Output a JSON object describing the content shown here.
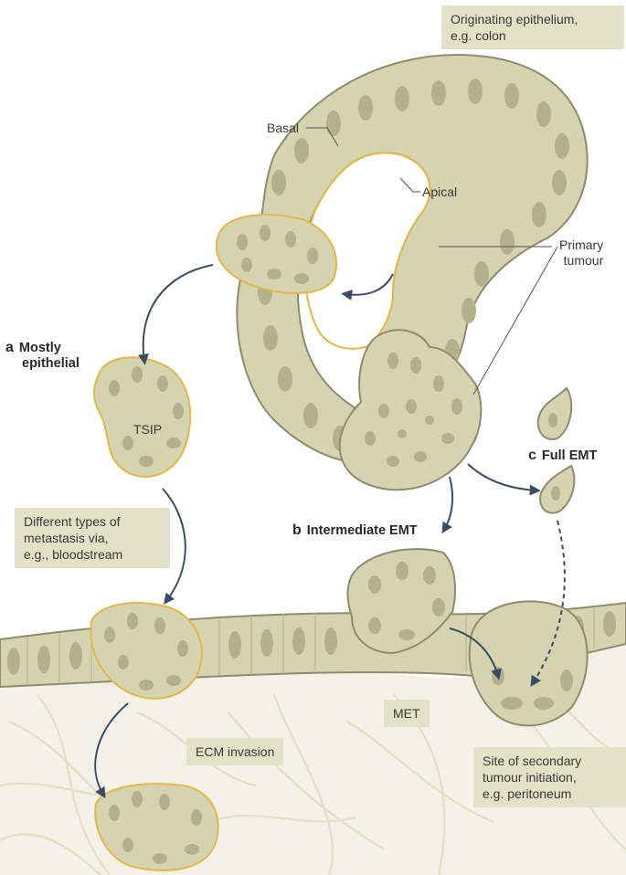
{
  "callouts": {
    "originating": {
      "line1": "Originating epithelium,",
      "line2": "e.g. colon"
    },
    "metastasis": {
      "line1": "Different types of",
      "line2": "metastasis via,",
      "line3": "e.g., bloodstream"
    },
    "ecm": "ECM invasion",
    "met": "MET",
    "site": {
      "line1": "Site of secondary",
      "line2": "tumour initiation,",
      "line3": "e.g. peritoneum"
    }
  },
  "labels": {
    "basal": "Basal",
    "apical": "Apical",
    "primary": {
      "line1": "Primary",
      "line2": "tumour"
    },
    "tsip": "TSIP"
  },
  "panels": {
    "a": {
      "letter": "a",
      "line1": "Mostly",
      "line2": "epithelial"
    },
    "b": {
      "letter": "b",
      "text": "Intermediate EMT"
    },
    "c": {
      "letter": "c",
      "text": "Full EMT"
    }
  },
  "colors": {
    "tissue": "#d6d3b1",
    "tissue_dark": "#c4c19c",
    "outline": "#8e8c6e",
    "nucleus": "#b3b08c",
    "cluster_outline": "#e0b948",
    "arrow": "#3b4b63",
    "ecm_bg": "#f3f1e8",
    "fiber": "#e4e0c8",
    "callout_bg": "#e3e1c8"
  }
}
